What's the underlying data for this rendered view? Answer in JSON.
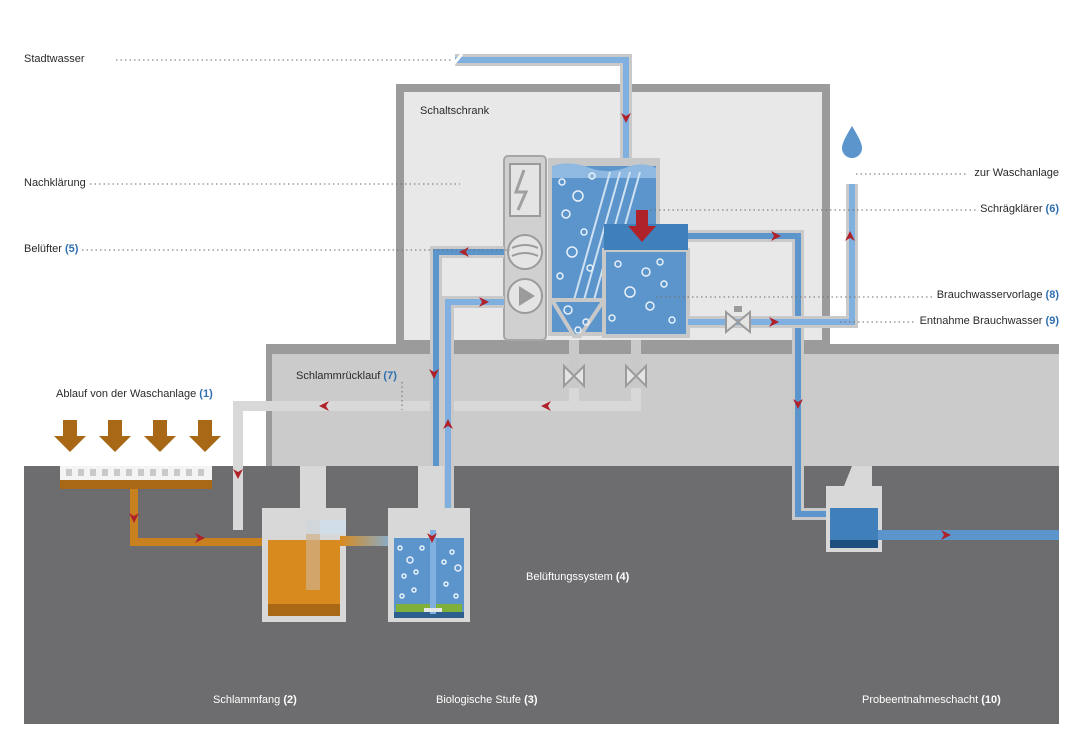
{
  "labels": {
    "stadtwasser": {
      "text": "Stadtwasser",
      "num": ""
    },
    "schaltschrank": {
      "text": "Schaltschrank",
      "num": ""
    },
    "nachklaerung": {
      "text": "Nachklärung",
      "num": ""
    },
    "zur_waschanlage": {
      "text": "zur Waschanlage",
      "num": ""
    },
    "schraegklaerer": {
      "text": "Schrägklärer",
      "num": "(6)"
    },
    "belueftr": {
      "text": "Belüfter",
      "num": "(5)"
    },
    "brauchwasservorlage": {
      "text": "Brauchwasservorlage",
      "num": "(8)"
    },
    "entnahme": {
      "text": "Entnahme Brauchwasser",
      "num": "(9)"
    },
    "schlammruecklauf": {
      "text": "Schlammrücklauf",
      "num": "(7)"
    },
    "ablauf": {
      "text": "Ablauf von der Waschanlage",
      "num": "(1)"
    },
    "belueftungssystem": {
      "text": "Belüftungssystem",
      "num": "(4)"
    },
    "schlammfang": {
      "text": "Schlammfang",
      "num": "(2)"
    },
    "biologische_stufe": {
      "text": "Biologische Stufe",
      "num": "(3)"
    },
    "probeentnahmeschacht": {
      "text": "Probeentnahmeschacht",
      "num": "(10)"
    }
  },
  "colors": {
    "water": "#5b95cc",
    "water_light": "#8fb9e0",
    "pipe_gray": "#d8d8d8",
    "sludge": "#d88a1e",
    "sludge_dark": "#a86815",
    "arrow_red": "#b0222a",
    "ground": "#6d6d6f",
    "building": "#9b9b9b",
    "cabinet_fill": "#e6e6e6"
  },
  "icons": [
    "water-drop-icon",
    "lightning-icon",
    "fan-icon",
    "pump-play-icon",
    "valve-icon",
    "down-arrow-icon"
  ]
}
